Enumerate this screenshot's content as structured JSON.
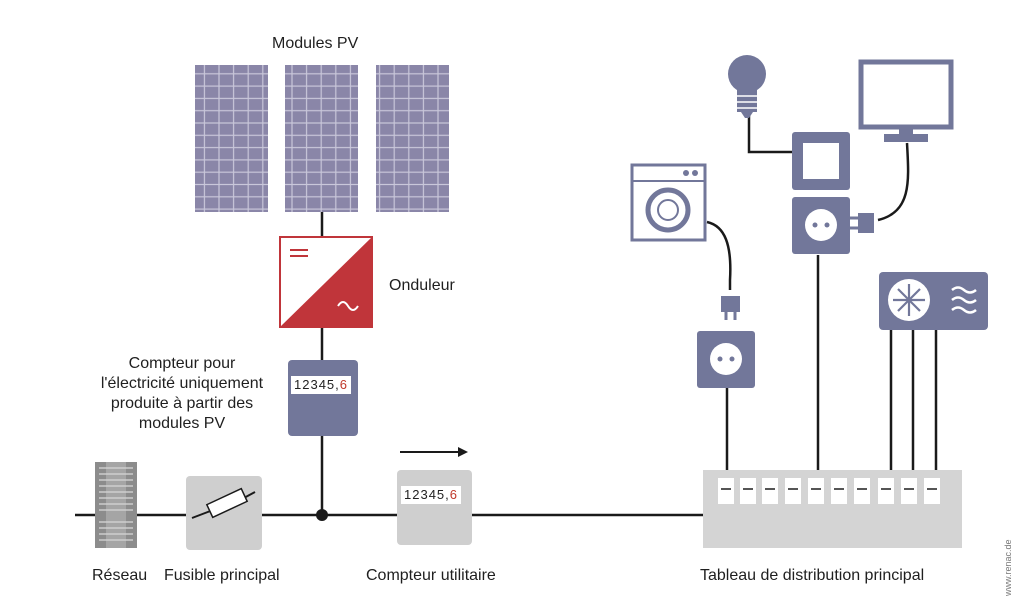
{
  "labels": {
    "pv_modules": "Modules PV",
    "inverter": "Onduleur",
    "pv_meter_line1": "Compteur pour",
    "pv_meter_line2": "l'électricité uniquement",
    "pv_meter_line3": "produite à partir des",
    "pv_meter_line4": "modules PV",
    "grid": "Réseau",
    "main_fuse": "Fusible principal",
    "utility_meter": "Compteur utilitaire",
    "distribution_board": "Tableau de distribution principal",
    "watermark": "www.renac.de"
  },
  "meters": {
    "pv_digits": "12345,",
    "pv_last": "6",
    "utility_digits": "12345,",
    "utility_last": "6"
  },
  "colors": {
    "panel": "#8a86a8",
    "panel_grid": "#c9c7da",
    "device": "#72779a",
    "inverter_red": "#c0353a",
    "wire": "#1a1a1a",
    "gray_box": "#cfcfcf",
    "board": "#d4d4d4"
  }
}
